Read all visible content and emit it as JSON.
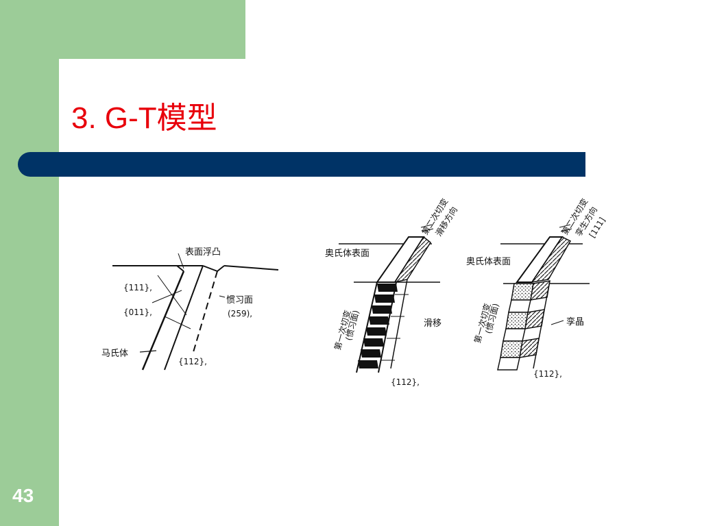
{
  "slide": {
    "title": "3. G-T模型",
    "number": "43"
  },
  "figure": {
    "left": {
      "surface_relief": "表面浮凸",
      "plane_111": "{111},",
      "plane_011": "{011},",
      "habit_plane": "惯习面",
      "habit_index": "(259),",
      "martensite": "马氏体",
      "plane_112": "{112},"
    },
    "middle": {
      "second_shear_line1": "第二次切变",
      "second_shear_line2": "滑移方向",
      "austenite_surface": "奥氏体表面",
      "first_shear_line1": "第一次切变",
      "first_shear_line2": "(惯习面)",
      "slip": "滑移",
      "plane_112": "{112},"
    },
    "right": {
      "second_shear_line1": "第二次切变",
      "second_shear_line2": "孪生方向",
      "second_shear_line3": "[111]",
      "austenite_surface": "奥氏体表面",
      "first_shear_line1": "第一次切变",
      "first_shear_line2": "(惯习面)",
      "twin": "孪晶",
      "plane_112": "{112},"
    }
  },
  "colors": {
    "green": "#9ccc98",
    "navy": "#003366",
    "title_red": "#e8000b"
  }
}
